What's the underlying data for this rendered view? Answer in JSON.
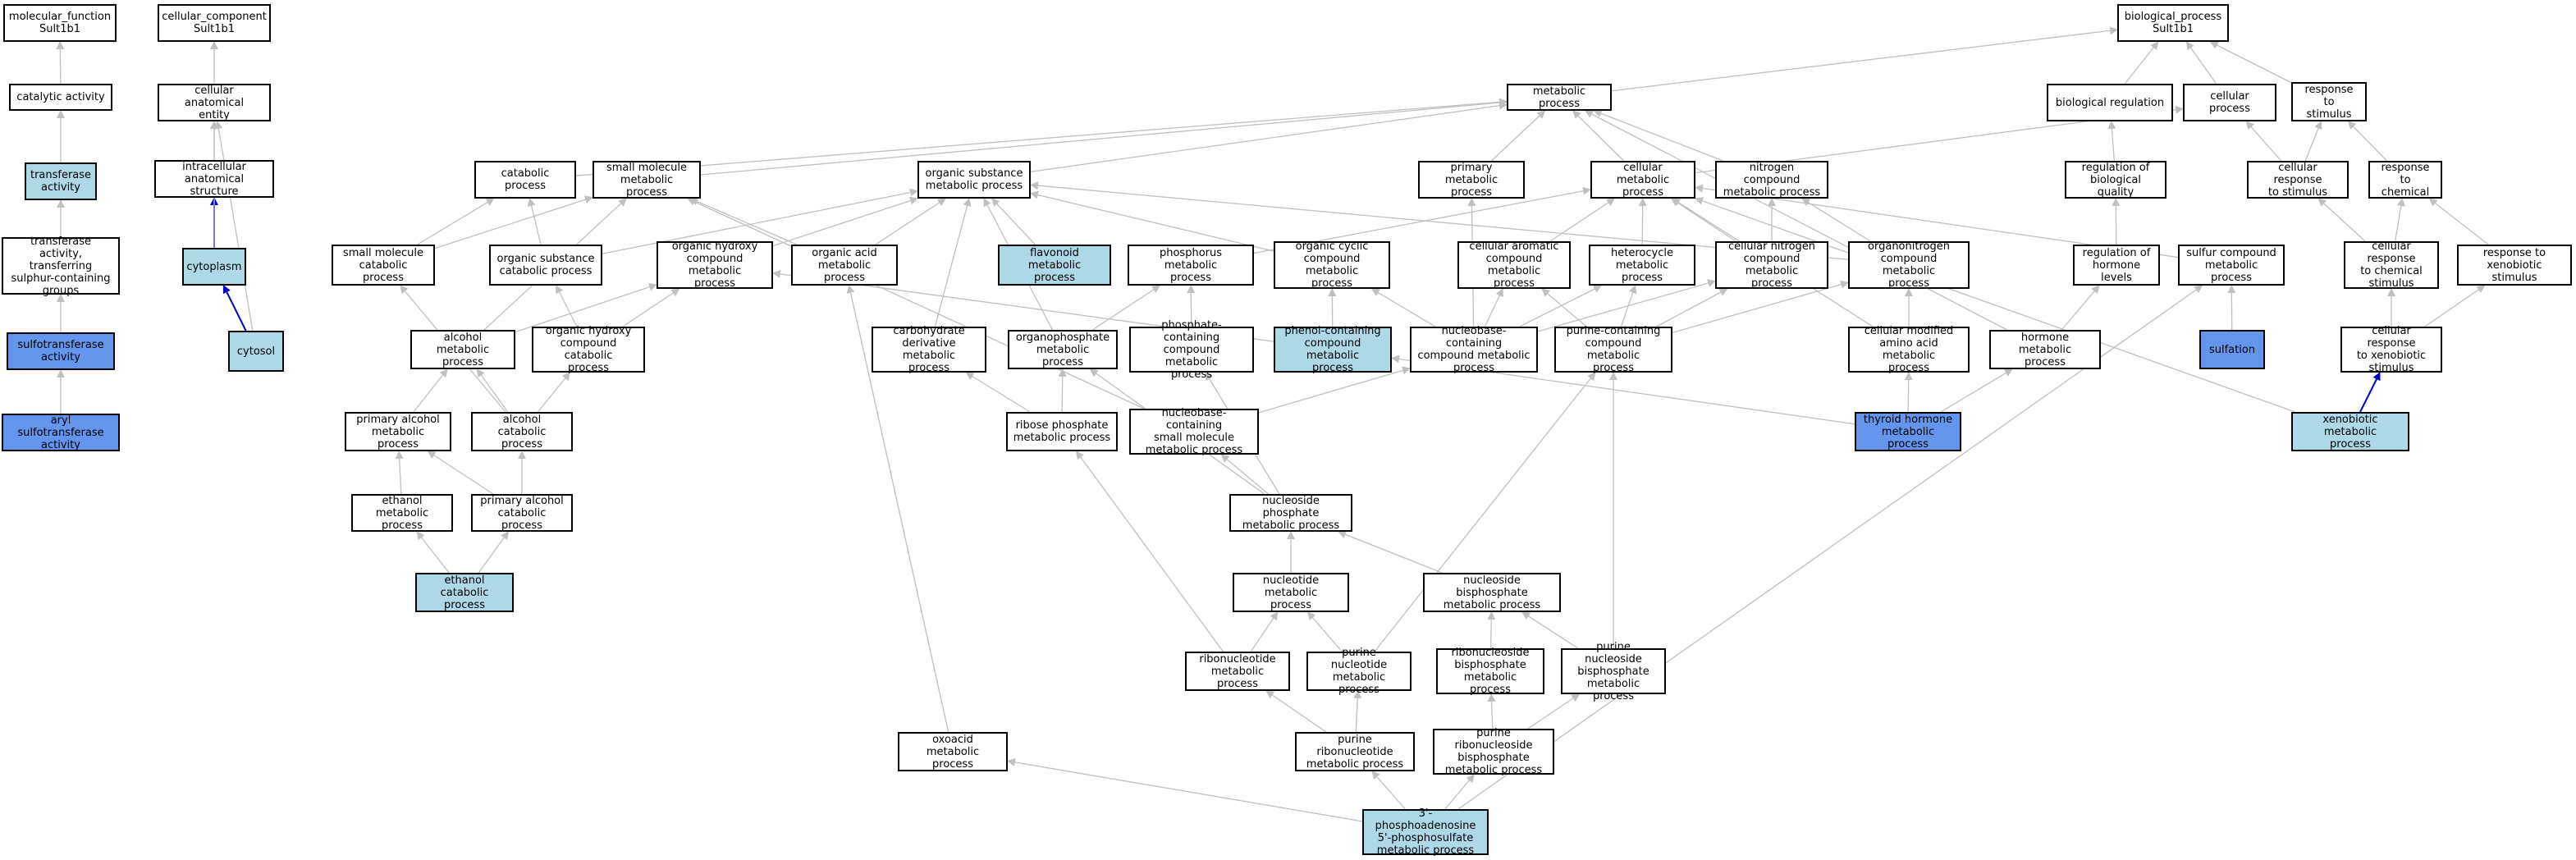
{
  "colors": {
    "edge": "#c0c0c0",
    "strong_edge": "#0000cd",
    "light": "#add8e6",
    "blue": "#6495ed"
  },
  "nodes": {
    "mf_root": "molecular_function\nSult1b1",
    "catalytic": "catalytic activity",
    "transferase": "transferase\nactivity",
    "transferase_sulfur": "transferase\nactivity, transferring\nsulphur-containing\ngroups",
    "sulfotransferase": "sulfotransferase\nactivity",
    "aryl_sulfo": "aryl sulfotransferase\nactivity",
    "cc_root": "cellular_component\nSult1b1",
    "anat_entity": "cellular anatomical\nentity",
    "intracellular": "intracellular\nanatomical structure",
    "cytoplasm": "cytoplasm",
    "cytosol": "cytosol",
    "bp_root": "biological_process\nSult1b1",
    "metabolic": "metabolic process",
    "bio_reg": "biological regulation",
    "cellular_process": "cellular process",
    "resp_stimulus": "response to\nstimulus",
    "catabolic": "catabolic process",
    "small_mol": "small molecule\nmetabolic process",
    "org_subst": "organic substance\nmetabolic process",
    "primary_met": "primary metabolic\nprocess",
    "cell_met": "cellular metabolic\nprocess",
    "nitrogen_comp": "nitrogen compound\nmetabolic process",
    "reg_bio_quality": "regulation of\nbiological quality",
    "cell_resp_stim": "cellular response\nto stimulus",
    "resp_chem": "response to\nchemical",
    "small_mol_cat": "small molecule\ncatabolic process",
    "org_subst_cat": "organic substance\ncatabolic process",
    "org_hydroxy": "organic hydroxy\ncompound metabolic\nprocess",
    "org_acid": "organic acid\nmetabolic process",
    "flavonoid": "flavonoid metabolic\nprocess",
    "phosphorus": "phosphorus metabolic\nprocess",
    "org_cyclic": "organic cyclic\ncompound metabolic\nprocess",
    "cell_aromatic": "cellular aromatic\ncompound metabolic\nprocess",
    "heterocycle": "heterocycle\nmetabolic process",
    "cell_nitrogen": "cellular nitrogen\ncompound metabolic\nprocess",
    "organonitrogen": "organonitrogen\ncompound metabolic\nprocess",
    "reg_hormone": "regulation of\nhormone levels",
    "sulfur_comp": "sulfur compound\nmetabolic process",
    "cell_resp_chem": "cellular response\nto chemical\nstimulus",
    "resp_xeno": "response to\nxenobiotic stimulus",
    "alcohol_met": "alcohol metabolic\nprocess",
    "org_hydroxy_cat": "organic hydroxy\ncompound catabolic\nprocess",
    "carb_deriv": "carbohydrate\nderivative metabolic\nprocess",
    "organophosphate": "organophosphate\nmetabolic process",
    "phosphate_cont": "phosphate-containing\ncompound metabolic\nprocess",
    "phenol": "phenol-containing\ncompound metabolic\nprocess",
    "nucleobase_cont": "nucleobase-containing\ncompound metabolic\nprocess",
    "purine_cont": "purine-containing\ncompound metabolic\nprocess",
    "cell_mod_aa": "cellular modified\namino acid metabolic\nprocess",
    "hormone_met": "hormone metabolic\nprocess",
    "sulfation": "sulfation",
    "cell_resp_xeno": "cellular response\nto xenobiotic\nstimulus",
    "primary_alcohol": "primary alcohol\nmetabolic process",
    "alcohol_cat": "alcohol catabolic\nprocess",
    "ribose_phosphate": "ribose phosphate\nmetabolic process",
    "nucleobase_small": "nucleobase-containing\nsmall molecule\nmetabolic process",
    "thyroid": "thyroid hormone\nmetabolic process",
    "xenobiotic": "xenobiotic metabolic\nprocess",
    "ethanol_met": "ethanol metabolic\nprocess",
    "primary_alcohol_cat": "primary alcohol\ncatabolic process",
    "nucleoside_phosphate": "nucleoside phosphate\nmetabolic process",
    "ethanol_cat": "ethanol catabolic\nprocess",
    "nucleotide": "nucleotide metabolic\nprocess",
    "nucleoside_bisph": "nucleoside bisphosphate\nmetabolic process",
    "ribonucleotide": "ribonucleotide\nmetabolic process",
    "purine_nucleotide": "purine nucleotide\nmetabolic process",
    "ribonucleoside_bisph": "ribonucleoside\nbisphosphate\nmetabolic process",
    "purine_nucleoside_bisph": "purine nucleoside\nbisphosphate\nmetabolic process",
    "oxoacid": "oxoacid metabolic\nprocess",
    "purine_ribonucleotide": "purine ribonucleotide\nmetabolic process",
    "purine_ribonucleoside_bisph": "purine ribonucleoside\nbisphosphate\nmetabolic process",
    "paps": "3'-phosphoadenosine\n5'-phosphosulfate\nmetabolic process"
  }
}
